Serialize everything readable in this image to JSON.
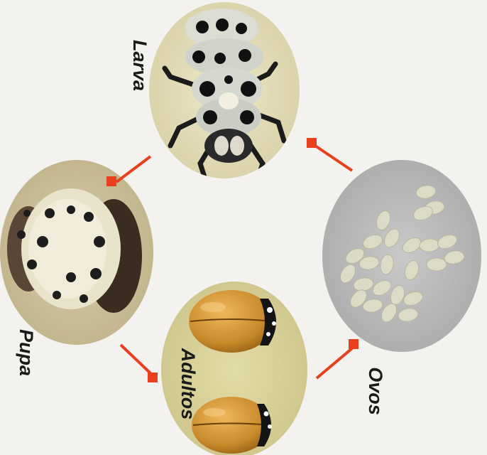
{
  "stages": {
    "larva": {
      "label": "Larva"
    },
    "pupa": {
      "label": "Pupa"
    },
    "adults": {
      "label": "Adultos"
    },
    "eggs": {
      "label": "Ovos"
    }
  },
  "colors": {
    "background": "#f4f2ef",
    "arrow": "#e8401c",
    "label_text": "#1a1a1a",
    "egg_photo_bg": "#bdbdbd",
    "larva_photo_bg": "#e2d9b4",
    "pupa_photo_bg": "#ccc09a",
    "adult_photo_bg": "#d6cf96",
    "beetle_orange": "#c98a2a"
  }
}
